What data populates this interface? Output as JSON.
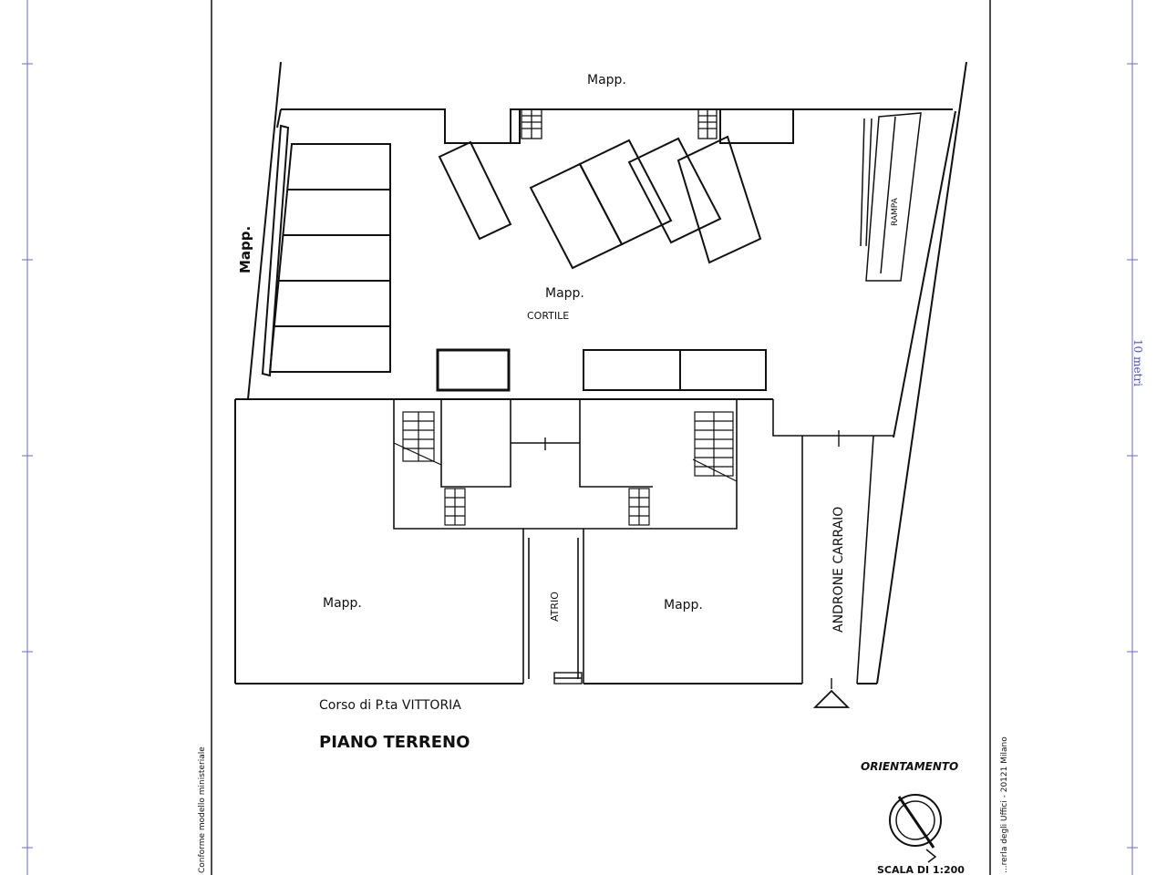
{
  "labels": {
    "mapp_top": "Mapp.",
    "mapp_left": "Mapp.",
    "mapp_center": "Mapp.",
    "cortile": "CORTILE",
    "mapp_bottom_left": "Mapp.",
    "mapp_bottom_right": "Mapp.",
    "atrio": "ATRIO",
    "androne": "ANDRONE CARRAIO",
    "rampa": "RAMPA"
  },
  "street": "Corso di P.ta VITTORIA",
  "floor_title": "PIANO TERRENO",
  "orientation_label": "ORIENTAMENTO",
  "scale_label": "SCALA DI 1:200",
  "side_note_left": "Conforme modello ministeriale",
  "side_note_right": "...rerla degli Uffici - 20121 Milano",
  "scale_bar_label": "10 metri",
  "colors": {
    "line": "#111111",
    "margin_blue": "#5a5ad0"
  }
}
